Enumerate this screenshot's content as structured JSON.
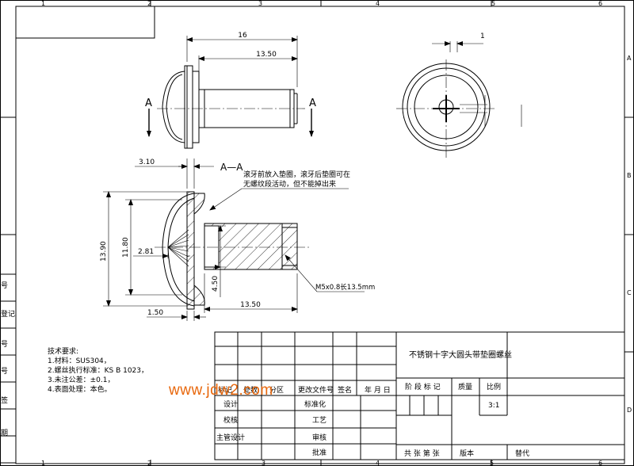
{
  "zone_columns": [
    "1",
    "2",
    "3",
    "4",
    "5",
    "6"
  ],
  "zone_rows": [
    "A",
    "B",
    "C",
    "D"
  ],
  "left_strip": [
    "号",
    "登记",
    "号",
    "号",
    "签",
    "期"
  ],
  "dimensions": {
    "overall_length": "16",
    "shank_length": "13.50",
    "right_view_offset": "1",
    "head_thickness": "3.10",
    "washer_diameter": "13.90",
    "head_diameter": "11.80",
    "recess_depth": "2.81",
    "shank_diameter": "4.50",
    "section_shank_length": "13.50",
    "washer_thickness": "1.50",
    "thread_callout": "M5x0.8长13.5mm"
  },
  "section_marks": {
    "left": "A",
    "right": "A",
    "view_label": "A—A"
  },
  "callout_note": [
    "滚牙前放入垫圈，滚牙后垫圈可在",
    "无螺纹段活动，但不能掉出来"
  ],
  "tech_requirements": {
    "title": "技术要求:",
    "lines": [
      "1.材料：SUS304，",
      "2.螺丝执行标准：KS B 1023，",
      "3.未注公差：±0.1，",
      "4.表面处理：本色。"
    ]
  },
  "watermark": "www.jdw2.com",
  "title_block": {
    "part_name": "不锈钢十字大圆头带垫圈螺丝",
    "header_labels": [
      "标记",
      "处数",
      "分区",
      "更改文件号",
      "签名",
      "年 月 日"
    ],
    "roles_left": [
      "设计",
      "校核",
      "主管设计"
    ],
    "roles_mid": [
      "标准化",
      "工艺",
      "审核",
      "批准"
    ],
    "stage_label": "阶 段 标 记",
    "weight_label": "质量",
    "scale_label": "比例",
    "scale_value": "3:1",
    "sheet_text": "共  张   第  张",
    "version_label": "版本",
    "replace_label": "替代"
  }
}
